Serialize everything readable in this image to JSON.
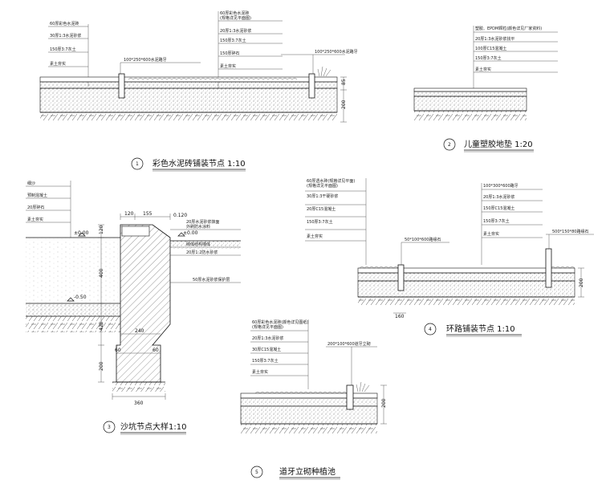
{
  "detail1": {
    "title": "彩色水泥砖铺装节点 1:10",
    "num": "1",
    "left_labels": [
      "60厚彩色水泥砖",
      "30厚1:3水泥砂浆",
      "150厚3:7灰土",
      "素土夯实"
    ],
    "right_labels": [
      "60厚彩色水泥砖",
      "(规格详见平面图)",
      "20厚1:3水泥砂浆",
      "150厚3:7灰土",
      "150厚碎石",
      "素土夯实"
    ],
    "curb_label": "100*250*600水泥路牙",
    "curb_label2": "100*250*600水泥路牙",
    "dims": [
      "85",
      "200"
    ]
  },
  "detail2": {
    "title": "儿童塑胶地垫 1:20",
    "num": "2",
    "labels": [
      "塑胶、EPDM颗粒(颜色详见厂家资料)",
      "20厚1:3水泥砂浆找平",
      "100厚C15混凝土",
      "150厚3:7灰土",
      "素土夯实"
    ]
  },
  "detail3": {
    "title": "沙坑节点大样1:10",
    "num": "3",
    "labels": [
      "细沙",
      "预制混凝土",
      "20厚碎石",
      "素土夯实"
    ],
    "right_labels": [
      "20厚水泥砂浆抹面",
      "外刷防水涂料",
      "砌体结构墙体",
      "20厚1:2防水砂浆",
      "50厚水泥砂浆保护层"
    ],
    "dims_top": [
      "120",
      "155",
      "0.120"
    ],
    "elev": [
      "±0.00",
      "±0.00",
      "-0.50"
    ],
    "dims_v": [
      "120",
      "400",
      "420",
      "200"
    ],
    "dims_h": [
      "240",
      "60",
      "60",
      "360"
    ]
  },
  "detail4": {
    "title": "环路铺装节点 1:10",
    "num": "4",
    "left_labels": [
      "60厚透水砖(规格详见平面)",
      "(规格详见平面图)",
      "30厚1:3干硬砂浆",
      "20厚C15混凝土",
      "150厚3:7灰土",
      "素土夯实"
    ],
    "right_labels": [
      "100*300*600路牙",
      "20厚1:3水泥砂浆",
      "150厚C15混凝土",
      "150厚3:7灰土",
      "素土夯实"
    ],
    "curb_label": "50*100*600路缘石",
    "curb_label2": "500*150*80路缘石",
    "dims": [
      "200",
      "160"
    ]
  },
  "detail5": {
    "title": "道牙立砌种植池",
    "num": "5",
    "labels": [
      "60厚彩色水泥砖(颜色详见图纸)",
      "(规格详见平面图)",
      "20厚1:3水泥砂浆",
      "30厚C15混凝土",
      "150厚3:7灰土",
      "素土夯实"
    ],
    "curb_label": "200*100*600道牙立砌",
    "dims": [
      "200"
    ]
  }
}
